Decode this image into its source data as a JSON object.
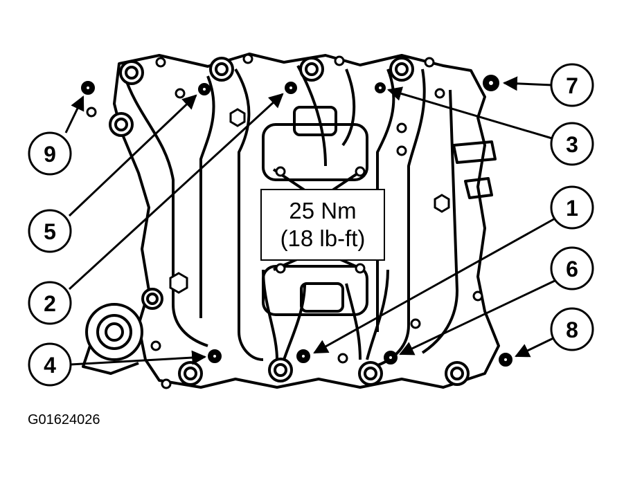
{
  "torque": {
    "metric": "25 Nm",
    "imperial": "(18 lb-ft)"
  },
  "figure_id": "G01624026",
  "callouts": [
    "9",
    "5",
    "2",
    "4",
    "7",
    "3",
    "1",
    "6",
    "8"
  ]
}
